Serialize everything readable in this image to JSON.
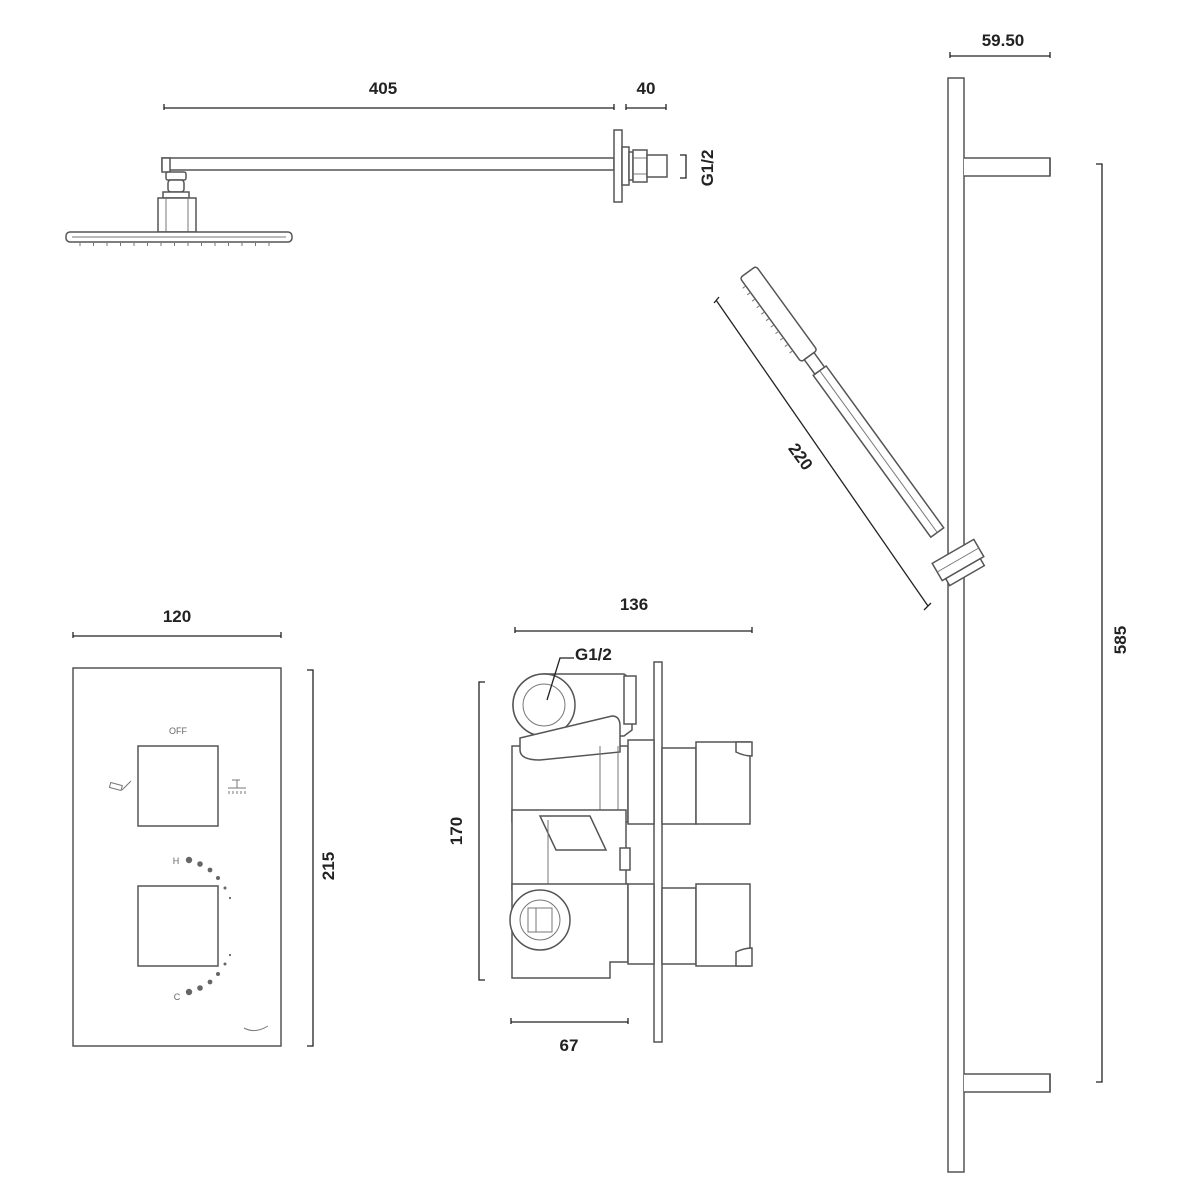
{
  "dimensions": {
    "arm_length": "405",
    "flange_depth": "40",
    "thread_arm": "G1/2",
    "rail_offset": "59.50",
    "handset_length": "220",
    "rail_length": "585",
    "plate_width": "120",
    "plate_height": "215",
    "valve_width": "136",
    "valve_height": "170",
    "valve_depth": "67",
    "thread_valve": "G1/2"
  },
  "control_plate": {
    "off_label": "OFF",
    "hot_label": "H",
    "cold_label": "C",
    "handset_icon": "handset-icon",
    "overhead_icon": "overhead-shower-icon",
    "logo_icon": "brand-swoosh-icon"
  }
}
